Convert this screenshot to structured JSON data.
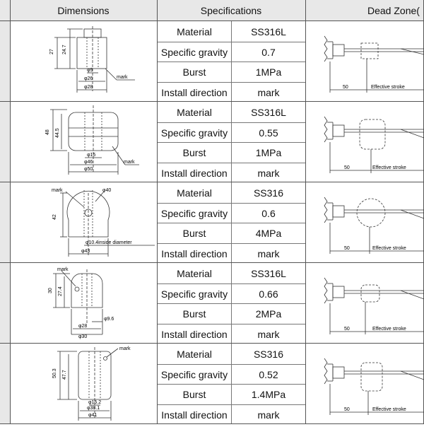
{
  "header": {
    "dimensions": "Dimensions",
    "specifications": "Specifications",
    "dead_zone": "Dead Zone("
  },
  "spec_labels": {
    "material": "Material",
    "gravity": "Specific gravity",
    "burst": "Burst",
    "install": "Install direction"
  },
  "rows": [
    {
      "material": "SS316L",
      "gravity": "0.7",
      "burst": "1MPa",
      "install": "mark",
      "dims": {
        "h1": "27",
        "h2": "24.7",
        "d1": "φ9",
        "d2": "φ26",
        "d3": "φ28",
        "mark": "mark"
      },
      "dz": {
        "stroke_start": "50",
        "stroke_label": "Effective stroke"
      }
    },
    {
      "material": "SS316L",
      "gravity": "0.55",
      "burst": "1MPa",
      "install": "mark",
      "dims": {
        "h1": "48",
        "h2": "44.5",
        "d1": "φ15",
        "d2": "φ46",
        "d3": "φ50",
        "mark": "mark"
      },
      "dz": {
        "stroke_start": "50",
        "stroke_label": "Effective stroke"
      }
    },
    {
      "material": "SS316",
      "gravity": "0.6",
      "burst": "4MPa",
      "install": "mark",
      "dims": {
        "mark": "mark",
        "top": "φ40",
        "h1": "42",
        "d1": "φ10.4inside diameter",
        "d2": "φ43"
      },
      "dz": {
        "stroke_start": "50",
        "stroke_label": "Effective stroke"
      }
    },
    {
      "material": "SS316L",
      "gravity": "0.66",
      "burst": "2MPa",
      "install": "mark",
      "dims": {
        "mark": "mark",
        "h1": "30",
        "h2": "27.4",
        "d1": "φ9.6",
        "d2": "φ28",
        "d3": "φ30"
      },
      "dz": {
        "stroke_start": "50",
        "stroke_label": "Effective stroke"
      }
    },
    {
      "material": "SS316",
      "gravity": "0.52",
      "burst": "1.4MPa",
      "install": "mark",
      "dims": {
        "mark": "mark",
        "h1": "50.3",
        "h2": "47.7",
        "d1": "φ15.2",
        "d2": "φ38.1",
        "d3": "φ41"
      },
      "dz": {
        "stroke_start": "50",
        "stroke_label": "Effective stroke"
      }
    }
  ]
}
